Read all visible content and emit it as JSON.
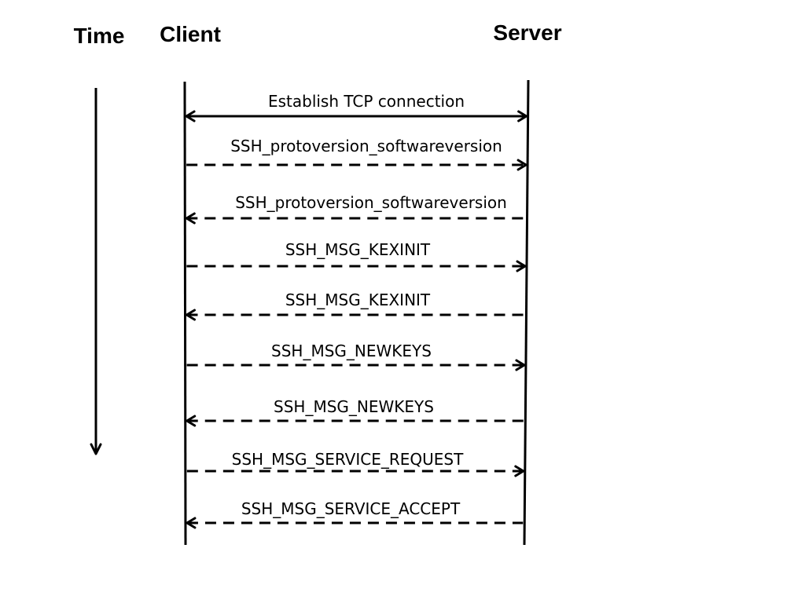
{
  "headers": {
    "time": "Time",
    "client": "Client",
    "server": "Server"
  },
  "colors": {
    "line": "#000000",
    "background": "#ffffff"
  },
  "messages": [
    {
      "label": "Establish TCP connection",
      "direction": "both",
      "style": "solid"
    },
    {
      "label": "SSH_protoversion_softwareversion",
      "direction": "client-to-server",
      "style": "dashed"
    },
    {
      "label": "SSH_protoversion_softwareversion",
      "direction": "server-to-client",
      "style": "dashed"
    },
    {
      "label": "SSH_MSG_KEXINIT",
      "direction": "client-to-server",
      "style": "dashed"
    },
    {
      "label": "SSH_MSG_KEXINIT",
      "direction": "server-to-client",
      "style": "dashed"
    },
    {
      "label": "SSH_MSG_NEWKEYS",
      "direction": "client-to-server",
      "style": "dashed"
    },
    {
      "label": "SSH_MSG_NEWKEYS",
      "direction": "server-to-client",
      "style": "dashed"
    },
    {
      "label": "SSH_MSG_SERVICE_REQUEST",
      "direction": "client-to-server",
      "style": "dashed"
    },
    {
      "label": "SSH_MSG_SERVICE_ACCEPT",
      "direction": "server-to-client",
      "style": "dashed"
    }
  ]
}
